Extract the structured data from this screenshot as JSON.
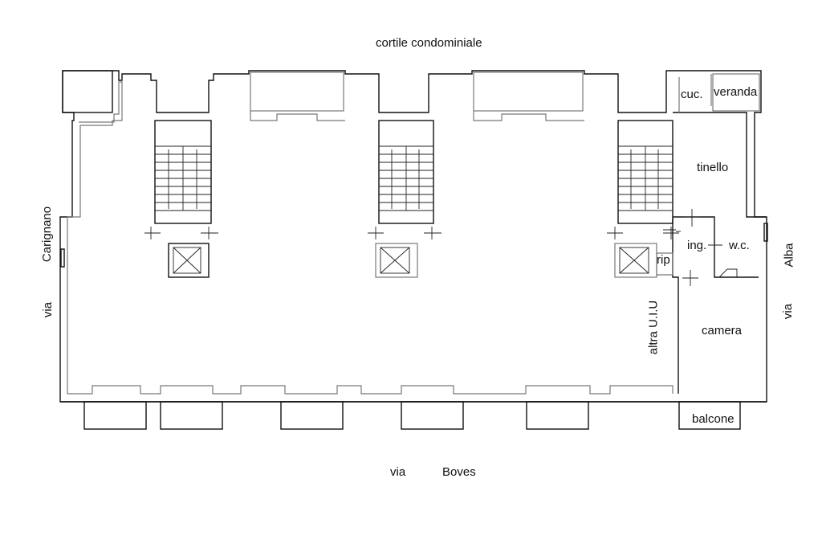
{
  "plan": {
    "type": "floor plan",
    "top_label": "cortile condominiale",
    "left_street": {
      "prefix": "via",
      "name": "Carignano"
    },
    "right_street": {
      "prefix": "via",
      "name": "Alba"
    },
    "bottom_street": {
      "prefix": "via",
      "name": "Boves"
    },
    "rooms": {
      "kitchen": "cuc.",
      "veranda": "veranda",
      "dining": "tinello",
      "entrance": "ing.",
      "wc": "w.c.",
      "closet": "rip",
      "bedroom": "camera",
      "balcony": "balcone",
      "other_unit": "altra U.I.U"
    },
    "stairwells": 3,
    "elevators": 3,
    "balconies_street_side": 6,
    "colors": {
      "line": "#111111",
      "secondary_line": "#777777",
      "background": "#ffffff"
    }
  }
}
